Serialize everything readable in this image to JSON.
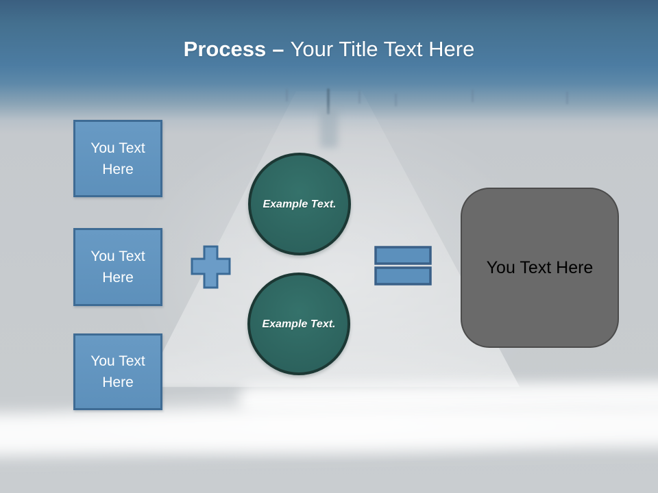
{
  "title": {
    "bold": "Process",
    "dash": "–",
    "rest": "Your Title Text Here"
  },
  "left_boxes": [
    {
      "label": "You Text Here"
    },
    {
      "label": "You Text Here"
    },
    {
      "label": "You Text Here"
    }
  ],
  "operators": {
    "plus": "plus-sign",
    "equals": "equals-sign"
  },
  "circles": [
    {
      "label": "Example Text."
    },
    {
      "label": "Example Text."
    }
  ],
  "result_box": {
    "label": "You Text Here"
  },
  "colors": {
    "header_blue_top": "#3B5F80",
    "header_blue": "#4C7CA2",
    "background_gray": "#C7CBCE",
    "box_fill": "#6295BF",
    "box_border": "#3E6B94",
    "plus_fill": "#6B9CC7",
    "plus_border": "#3A6A96",
    "equals_fill": "#5C90BC",
    "equals_border": "#3A6088",
    "circle_fill": "#2F6963",
    "circle_border": "#1C3834",
    "result_fill": "#6A6A6A",
    "result_border": "#4B4B4B",
    "title_color": "#FFFFFF",
    "floor_glow": "#FFFFFF"
  }
}
